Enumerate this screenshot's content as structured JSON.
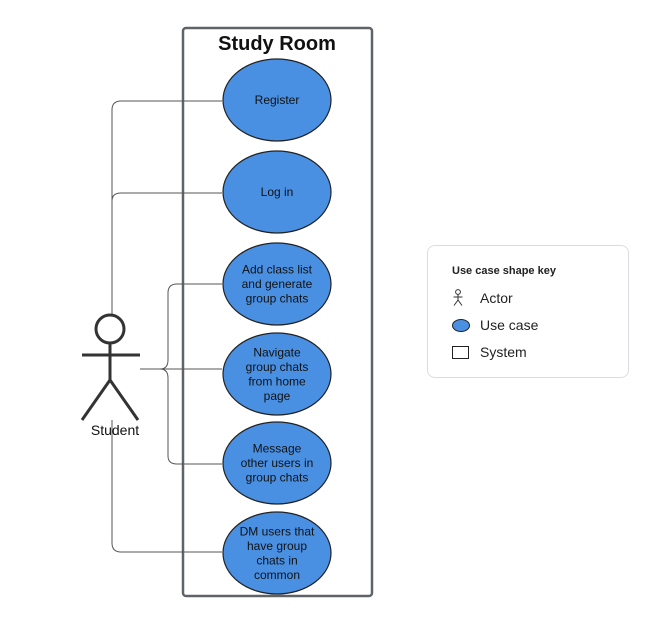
{
  "system": {
    "title": "Study Room"
  },
  "actor": {
    "name": "Student"
  },
  "use_cases": [
    {
      "lines": [
        "Register"
      ]
    },
    {
      "lines": [
        "Log in"
      ]
    },
    {
      "lines": [
        "Add class list",
        "and generate",
        "group chats"
      ]
    },
    {
      "lines": [
        "Navigate",
        "group chats",
        "from home",
        "page"
      ]
    },
    {
      "lines": [
        "Message",
        "other users in",
        "group chats"
      ]
    },
    {
      "lines": [
        "DM users that",
        "have group",
        "chats in",
        "common"
      ]
    }
  ],
  "legend": {
    "title": "Use case shape key",
    "items": [
      {
        "label": "Actor",
        "icon": "actor-icon"
      },
      {
        "label": "Use case",
        "icon": "use-case-icon"
      },
      {
        "label": "System",
        "icon": "system-icon"
      }
    ]
  },
  "colors": {
    "use_case_fill": "#4a90e2",
    "stroke": "#222222",
    "system_border": "#5f6368",
    "connector": "#555555"
  }
}
